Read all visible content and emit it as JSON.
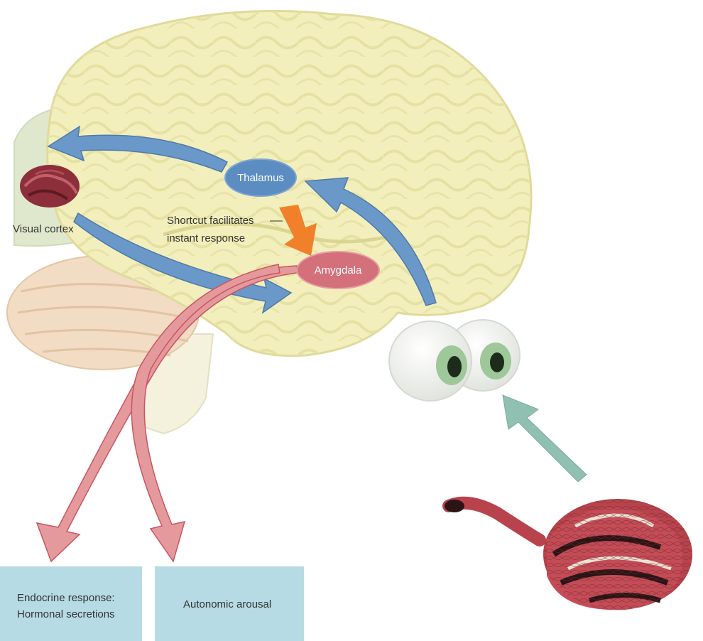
{
  "diagram": {
    "nodes": {
      "thalamus": "Thalamus",
      "amygdala": "Amygdala",
      "visual_cortex": "Visual cortex"
    },
    "shortcut_note": {
      "line1": "Shortcut facilitates",
      "line2": "instant response"
    },
    "outputs": {
      "endocrine_line1": "Endocrine response:",
      "endocrine_line2": "Hormonal secretions",
      "autonomic": "Autonomic arousal"
    },
    "colors": {
      "brain": "#f3efbd",
      "thalamus_node": "#5b8dc2",
      "amygdala_node": "#d4707a",
      "blue_arrow": "#6a98c8",
      "orange_arrow": "#f0812a",
      "red_arrow": "#e49a9c",
      "green_arrow": "#8fc0b2",
      "output_box": "#b6dbe4"
    }
  }
}
